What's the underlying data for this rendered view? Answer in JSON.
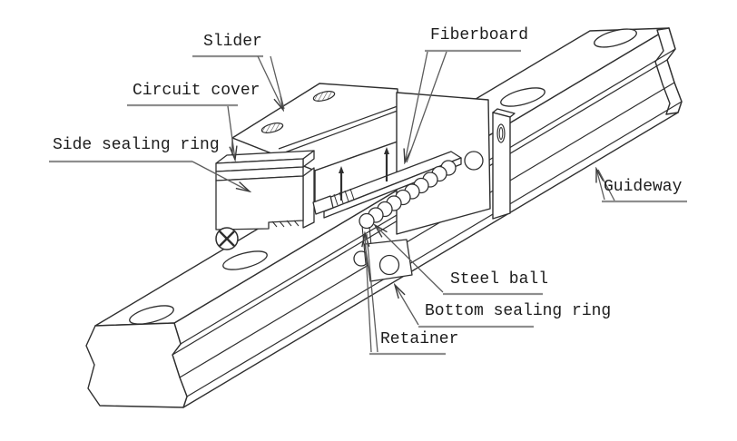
{
  "figure": {
    "type": "technical line diagram",
    "subject": "Linear motion guideway (rail and slider block) assembly with exploded internal parts",
    "labels": {
      "slider": "Slider",
      "fiberboard": "Fiberboard",
      "circuit_cover": "Circuit cover",
      "side_sealing_ring": "Side sealing ring",
      "guideway": "Guideway",
      "steel_ball": "Steel ball",
      "bottom_sealing_ring": "Bottom sealing ring",
      "retainer": "Retainer"
    },
    "colors": {
      "line": "#2f2f2f",
      "leader": "#5c5c5c",
      "underline": "#8e8e8e",
      "text": "#1c1c1c",
      "background": "#ffffff"
    }
  }
}
